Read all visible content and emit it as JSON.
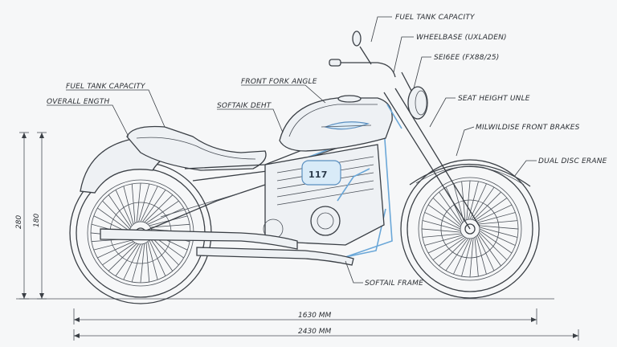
{
  "callouts": {
    "fuel_tank_capacity_top": "FUEL TANK CAPACITY",
    "wheelbase": "WHEELBASE (UXLADEN)",
    "seat_code": "SEI6EE (FX88/25)",
    "seat_height": "SEAT HEIGHT UNLE",
    "front_brakes": "MILWILDISE FRONT BRAKES",
    "dual_disc": "DUAL DISC ERANE",
    "fuel_tank_capacity_left": "FUEL TANK CAPACITY",
    "overall_length": "OVERALL ENGTH",
    "front_fork_angle": "FRONT FORK ANGLE",
    "softail_deht": "SOFTAIK DEHT",
    "softail_frame": "SOFTAIL FRAME"
  },
  "engine_badge": "117",
  "dimensions": {
    "height_outer": "280",
    "height_inner": "180",
    "wheelbase_len": "1630 MM",
    "overall_len": "2430 MM"
  }
}
